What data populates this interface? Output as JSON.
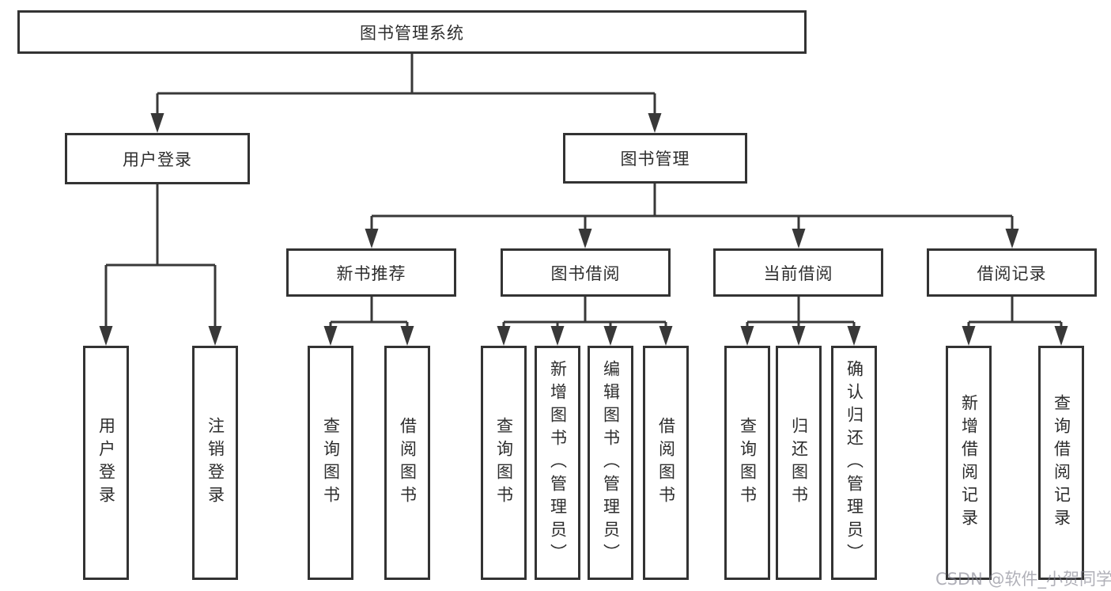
{
  "diagram": {
    "title": "图书管理系统",
    "tree": {
      "root": {
        "label": "图书管理系统"
      },
      "branches": [
        {
          "label": "用户登录",
          "children": [
            "用户登录",
            "注销登录"
          ]
        },
        {
          "label": "图书管理",
          "groups": [
            {
              "label": "新书推荐",
              "children": [
                "查询图书",
                "借阅图书"
              ]
            },
            {
              "label": "图书借阅",
              "children": [
                "查询图书",
                "新增图书（管理员）",
                "编辑图书（管理员）",
                "借阅图书"
              ]
            },
            {
              "label": "当前借阅",
              "children": [
                "查询图书",
                "归还图书",
                "确认归还（管理员）"
              ]
            },
            {
              "label": "借阅记录",
              "children": [
                "新增借阅记录",
                "查询借阅记录"
              ]
            }
          ]
        }
      ]
    },
    "colors": {
      "line": "#383838",
      "border": "#333333",
      "text": "#2d2d2d",
      "background": "#ffffff",
      "watermark_gray": "#9b9ba3"
    }
  },
  "watermark": {
    "text": "CSDN @软件_小贺同学"
  }
}
